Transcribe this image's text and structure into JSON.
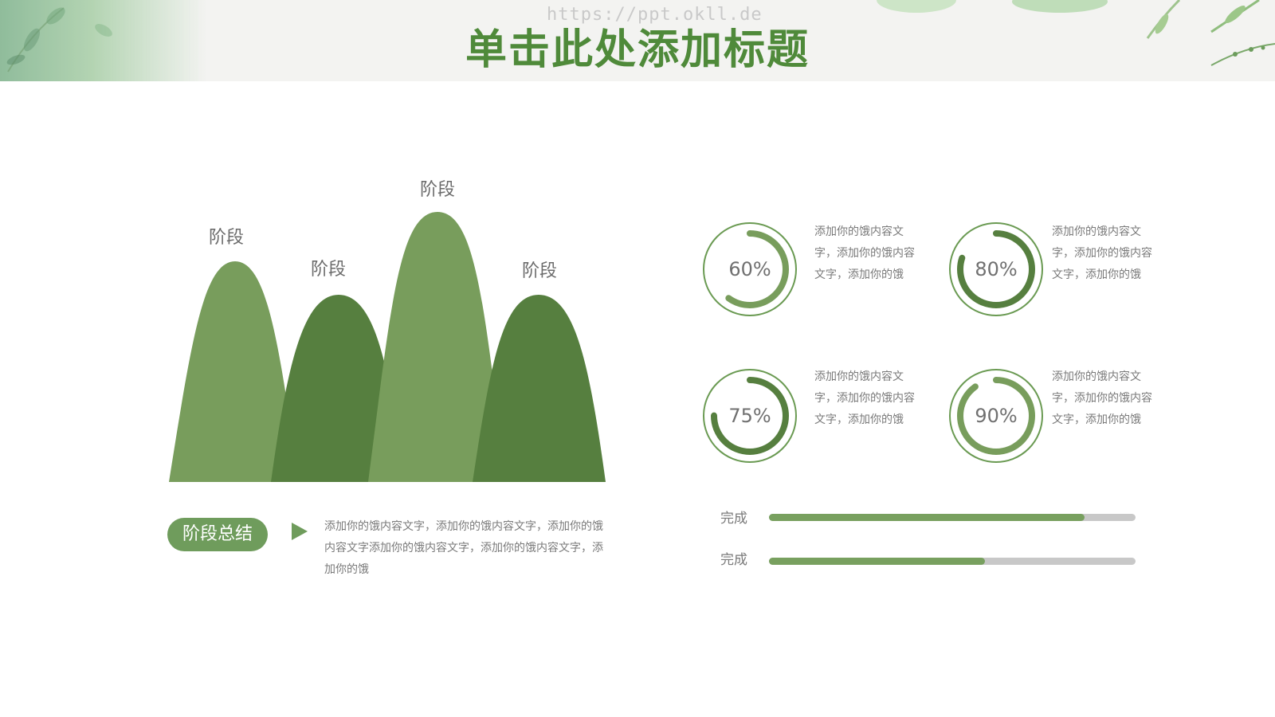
{
  "header": {
    "title": "单击此处添加标题",
    "watermark": "https://ppt.okll.de"
  },
  "colors": {
    "light_green": "#789d5c",
    "dark_green": "#567f3f",
    "ring_green": "#6a9a52",
    "track_gray": "#c8c8c8"
  },
  "mountains": [
    {
      "label": "阶段",
      "shade": "light"
    },
    {
      "label": "阶段",
      "shade": "dark"
    },
    {
      "label": "阶段",
      "shade": "light"
    },
    {
      "label": "阶段",
      "shade": "dark"
    }
  ],
  "summary": {
    "pill_label": "阶段总结",
    "arrow_icon": "triangle-right-icon",
    "text": "添加你的饿内容文字，添加你的饿内容文字，添加你的饿内容文字添加你的饿内容文字，添加你的饿内容文字，添加你的饿"
  },
  "rings": [
    {
      "percent_label": "60%",
      "value": 60,
      "text": "添加你的饿内容文字，添加你的饿内容文字，添加你的饿"
    },
    {
      "percent_label": "80%",
      "value": 80,
      "text": "添加你的饿内容文字，添加你的饿内容文字，添加你的饿"
    },
    {
      "percent_label": "75%",
      "value": 75,
      "text": "添加你的饿内容文字，添加你的饿内容文字，添加你的饿"
    },
    {
      "percent_label": "90%",
      "value": 90,
      "text": "添加你的饿内容文字，添加你的饿内容文字，添加你的饿"
    }
  ],
  "progress": [
    {
      "label": "完成",
      "value": 0.86
    },
    {
      "label": "完成",
      "value": 0.59
    }
  ]
}
